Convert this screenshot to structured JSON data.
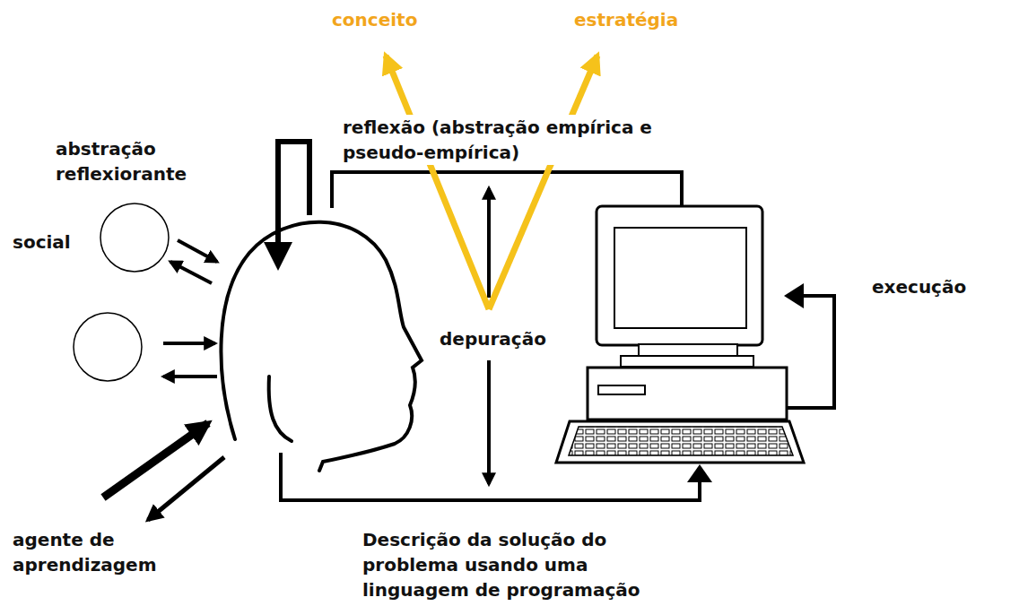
{
  "diagram": {
    "labels": [
      "conceito",
      "estratégia",
      "reflexão (abstração empírica e pseudo-empírica)",
      "abstração reflexiorante",
      "social",
      "execução",
      "depuração",
      "agente de aprendizagem",
      "Descrição da solução do problema usando uma linguagem de programação"
    ]
  }
}
